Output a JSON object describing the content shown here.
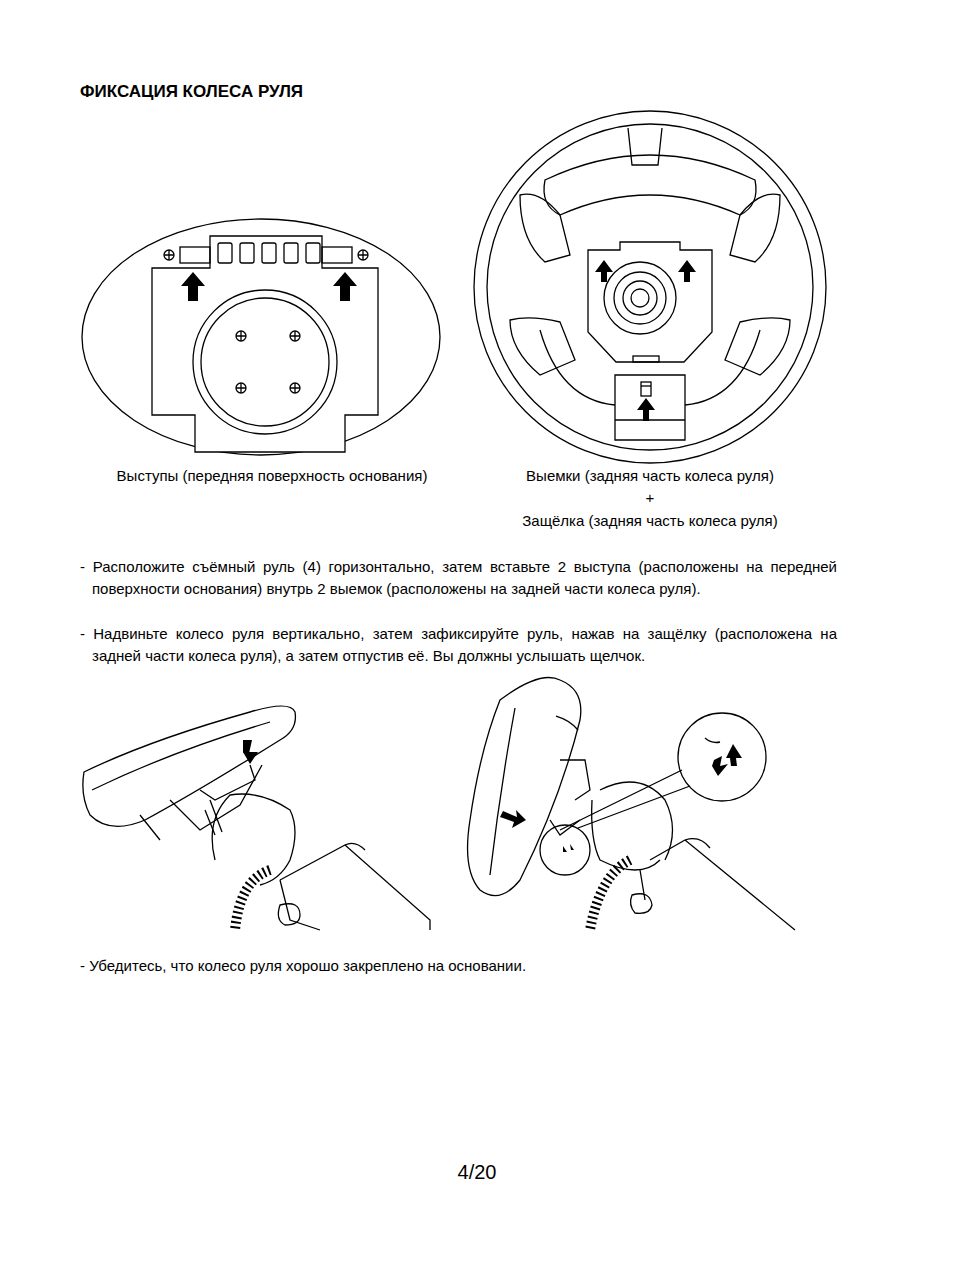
{
  "diagram": {
    "title": "ФИКСАЦИЯ КОЛЕСА РУЛЯ",
    "labels": [
      "Выступы (передняя поверхность основания)",
      "Выемки (задняя часть колеса руля)",
      "+",
      "Защёлка (задняя часть колеса руля)",
      "- Расположите съёмный руль (4) горизонтально, затем вставьте 2 выступа (расположены на передней поверхности основания) внутрь 2 выемок (расположены на задней части колеса руля).",
      "- Надвиньте колесо руля вертикально, затем зафиксируйте руль, нажав на защёлку (расположена на задней части колеса руля), а затем отпустив её. Вы должны услышать щелчок.",
      "- Убедитесь, что колесо руля хорошо закреплено на основании.",
      "4/20"
    ]
  }
}
